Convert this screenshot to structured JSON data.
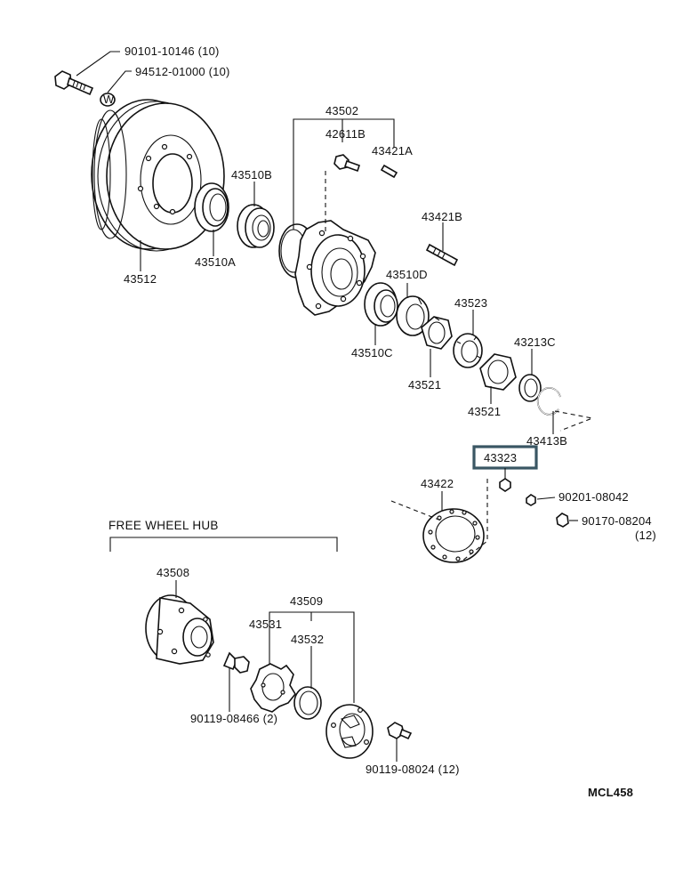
{
  "highlight_color": "#3a5663",
  "labels": {
    "bolt_90101": "90101-10146 (10)",
    "washer_94512": "94512-01000 (10)",
    "hub_43502": "43502",
    "stud_42611B": "42611B",
    "stud_43421A": "43421A",
    "bearing_43510B": "43510B",
    "bearing_43510A": "43510A",
    "disc_43512": "43512",
    "stud_43421B": "43421B",
    "bearing_43510D": "43510D",
    "bearing_43510C": "43510C",
    "washer_43523": "43523",
    "nut_43521_a": "43521",
    "nut_43521_b": "43521",
    "seal_43213C": "43213C",
    "snap_43413B": "43413B",
    "highlighted_43323": "43323",
    "gasket_43422": "43422",
    "nut_90201": "90201-08042",
    "nut_90170": "90170-08204",
    "nut_90170_qty": "(12)",
    "free_wheel_hub": "FREE WHEEL HUB",
    "hub_43508": "43508",
    "set_43509": "43509",
    "part_43531": "43531",
    "ring_43532": "43532",
    "bolt_90119_08466": "90119-08466 (2)",
    "bolt_90119_08024": "90119-08024 (12)",
    "drawing_code": "MCL458"
  }
}
